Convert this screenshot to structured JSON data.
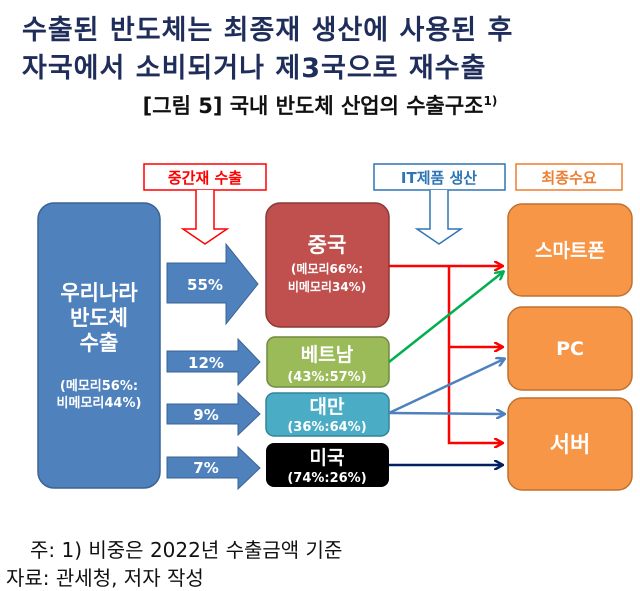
{
  "headline": [
    "수출된 반도체는 최종재 생산에 사용된 후",
    "자국에서 소비되거나 제3국으로 재수출"
  ],
  "figure_title": "[그림 5] 국내 반도체 산업의 수출구조",
  "figure_title_sup": "1)",
  "stage_labels": {
    "intermediate": "중간재 수출",
    "it_production": "IT제품 생산",
    "final_demand": "최종수요"
  },
  "source_box": {
    "lines": [
      "우리나라",
      "반도체",
      "수출"
    ],
    "share_lines": [
      "(메모리56%:",
      "비메모리44%)"
    ]
  },
  "flows": [
    {
      "country": "중국",
      "share": "55%",
      "detail_lines": [
        "(메모리66%:",
        "비메모리34%)"
      ],
      "color": "#c0504d"
    },
    {
      "country": "베트남",
      "share": "12%",
      "detail_lines": [
        "(43%:57%)"
      ],
      "color": "#9bbb59"
    },
    {
      "country": "대만",
      "share": "9%",
      "detail_lines": [
        "(36%:64%)"
      ],
      "color": "#4bacc6"
    },
    {
      "country": "미국",
      "share": "7%",
      "detail_lines": [
        "(74%:26%)"
      ],
      "color": "#000000"
    }
  ],
  "final_products": [
    "스마트폰",
    "PC",
    "서버"
  ],
  "notes": [
    "주: 1) 비중은 2022년 수출금액 기준",
    "자료: 관세청, 저자 작성"
  ]
}
